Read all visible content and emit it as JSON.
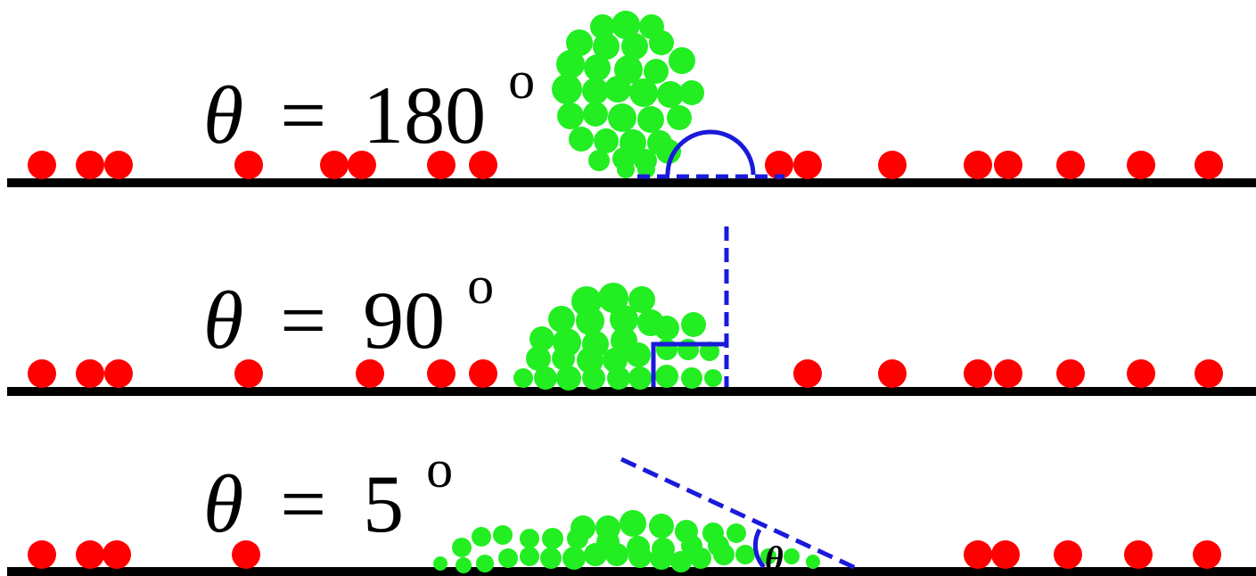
{
  "colors": {
    "substrate": "#000000",
    "surface_particle": "#ff0000",
    "droplet_particle": "#22ee22",
    "construction": "#1a1adb",
    "background": "#ffffff"
  },
  "panels": [
    {
      "id": "180",
      "theta_symbol": "θ",
      "equals": "=",
      "value": "180",
      "unit": "o"
    },
    {
      "id": "90",
      "theta_symbol": "θ",
      "equals": "=",
      "value": "90",
      "unit": "o"
    },
    {
      "id": "5",
      "theta_symbol": "θ",
      "equals": "=",
      "value": "5",
      "unit": "o"
    }
  ],
  "angle_marker_label": "θ"
}
